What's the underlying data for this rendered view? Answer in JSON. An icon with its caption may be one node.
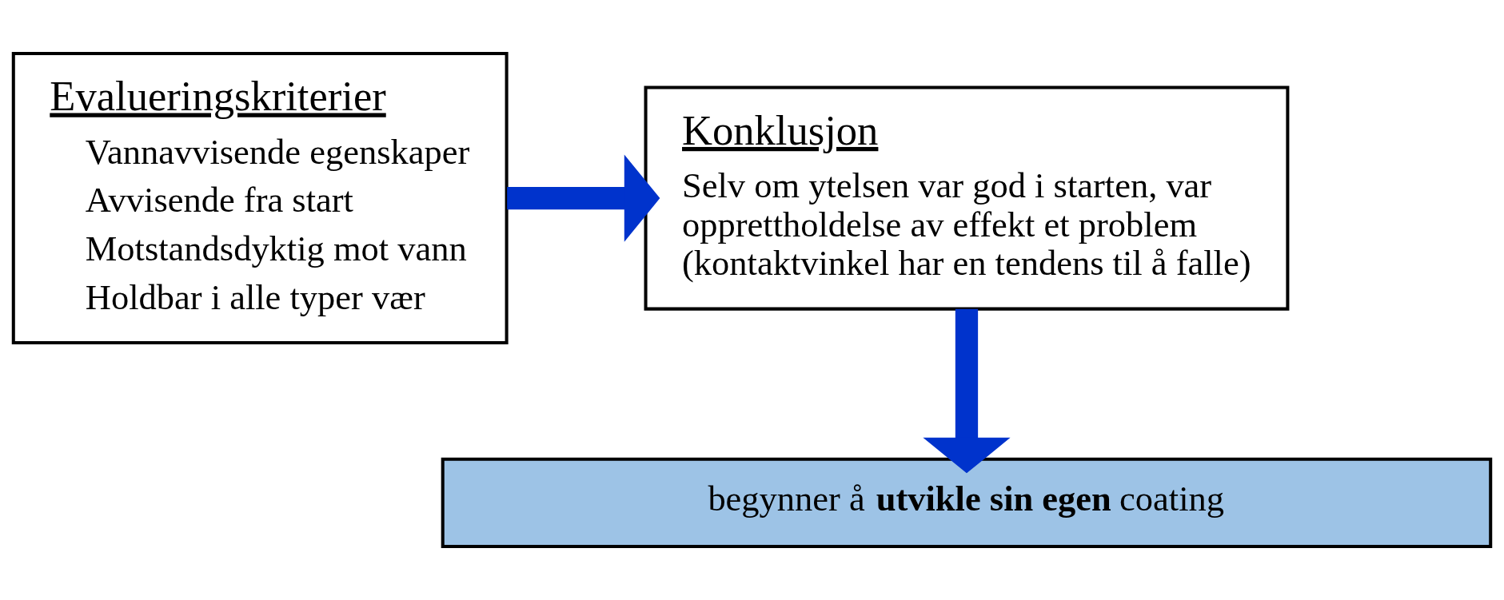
{
  "diagram": {
    "nodes": [
      {
        "text": [
          "Evalueringskriterier",
          "Vannavvisende egenskaper",
          "Avvisende fra start",
          "Motstandsdyktig mot vann",
          "Holdbar i alle typer vær"
        ]
      },
      {
        "text": [
          "Konklusjon",
          "Selv om ytelsen var god i starten, var opprettholdelse av effekt et problem (kontaktvinkel har en tendens til å falle)"
        ]
      },
      {
        "text": [
          "begynner å **utvikle sin egen** coating"
        ]
      }
    ],
    "edges": [
      {
        "from": 0,
        "to": 1,
        "arrow": "to"
      },
      {
        "from": 1,
        "to": 2,
        "arrow": "to"
      }
    ]
  }
}
